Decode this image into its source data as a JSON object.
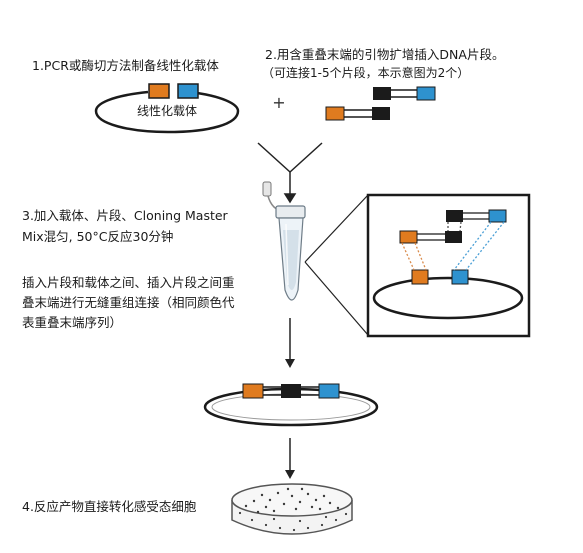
{
  "steps": {
    "step1": "1.PCR或酶切方法制备线性化载体",
    "step2_line1": "2.用含重叠末端的引物扩增插入DNA片段。",
    "step2_line2": "（可连接1-5个片段，本示意图为2个）",
    "step3_line1": "3.加入载体、片段、Cloning Master",
    "step3_line2": "Mix混匀, 50°C反应30分钟",
    "explain_line1": "插入片段和载体之间、插入片段之间重",
    "explain_line2": "叠末端进行无缝重组连接（相同颜色代",
    "explain_line3": "表重叠末端序列）",
    "step4": "4.反应产物直接转化感受态细胞"
  },
  "vector_label": "线性化载体",
  "plus_sign": "+",
  "colors": {
    "orange": "#e07b1f",
    "blue": "#2e92cf",
    "black": "#1b1b1b",
    "dotted_orange": "#d98a4a",
    "dotted_blue": "#4a9fd6"
  }
}
